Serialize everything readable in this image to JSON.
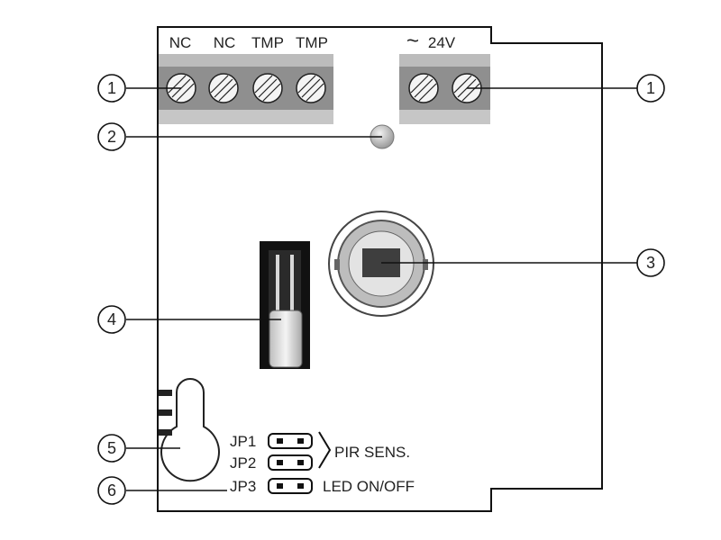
{
  "terminals": {
    "left_labels": [
      "NC",
      "NC",
      "TMP",
      "TMP"
    ],
    "right_label": "24V",
    "right_label_symbol": "~"
  },
  "callouts": {
    "c1_left": "1",
    "c1_right": "1",
    "c2": "2",
    "c3": "3",
    "c4": "4",
    "c5": "5",
    "c6": "6"
  },
  "jumpers": [
    {
      "name": "JP1"
    },
    {
      "name": "JP2"
    },
    {
      "name": "JP3"
    }
  ],
  "jumper_text": {
    "pir": "PIR SENS.",
    "led": "LED ON/OFF"
  }
}
